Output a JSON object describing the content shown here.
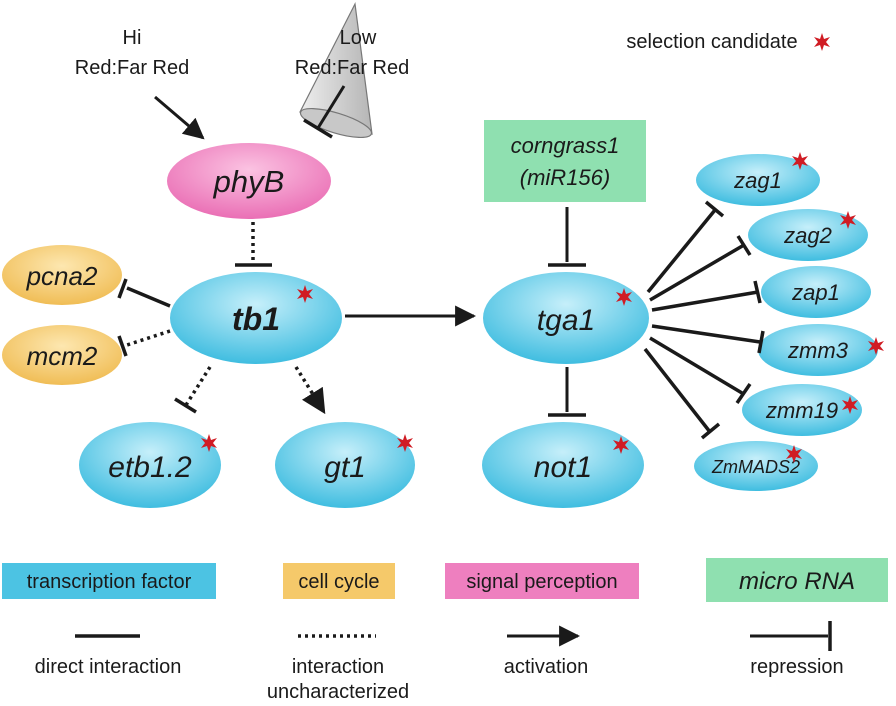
{
  "light": {
    "hi": [
      "Hi",
      "Red:Far Red"
    ],
    "low": [
      "Low",
      "Red:Far Red"
    ]
  },
  "selection_label": "selection candidate",
  "nodes": {
    "phyB": "phyB",
    "tb1": "tb1",
    "pcna2": "pcna2",
    "mcm2": "mcm2",
    "etb1_2": "etb1.2",
    "gt1": "gt1",
    "corngrass1": [
      "corngrass1",
      "(miR156)"
    ],
    "tga1": "tga1",
    "not1": "not1",
    "zag1": "zag1",
    "zag2": "zag2",
    "zap1": "zap1",
    "zmm3": "zmm3",
    "zmm19": "zmm19",
    "ZmMADS2": "ZmMADS2"
  },
  "legend": {
    "categories": {
      "transcription_factor": "transcription factor",
      "cell_cycle": "cell cycle",
      "signal_perception": "signal perception",
      "micro_rna": "micro RNA"
    },
    "edges": {
      "direct": [
        "direct interaction"
      ],
      "uncharacterized": [
        "interaction",
        "uncharacterized"
      ],
      "activation": [
        "activation"
      ],
      "repression": [
        "repression"
      ]
    }
  },
  "colors": {
    "transcription_factor": "#4cc3e3",
    "cell_cycle": "#f5c96a",
    "signal_perception": "#ee7fbf",
    "micro_rna": "#8fe0b0",
    "selection_star": "#d01c24",
    "line": "#1a1a1a"
  }
}
